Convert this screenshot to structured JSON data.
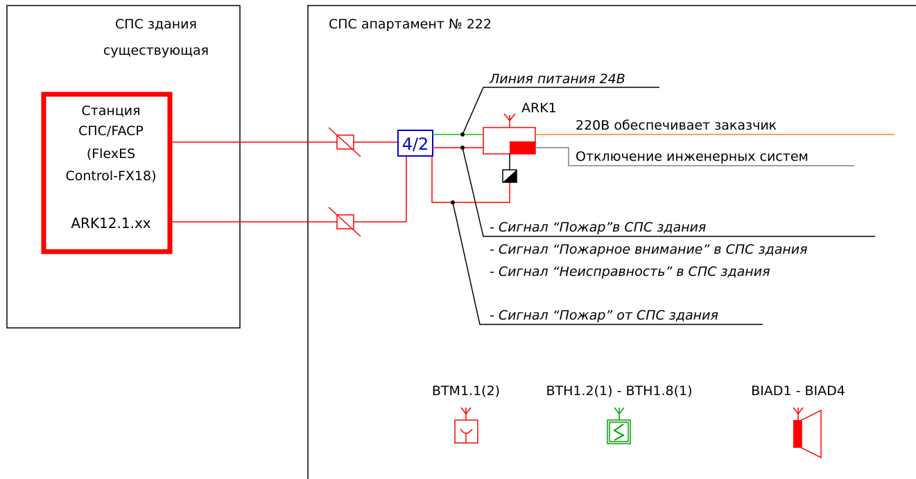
{
  "existing_building": {
    "title_line1": "СПС здания",
    "title_line2": "существующая"
  },
  "station": {
    "line1": "Станция",
    "line2": "СПС/FACP",
    "line3": "(FlexES",
    "line4": "Control-FX18)",
    "line5": "ARK12.1.xx"
  },
  "apartment": {
    "title": "СПС апартамент № 222"
  },
  "module": {
    "label": "4/2"
  },
  "relay": {
    "label": "ARK1"
  },
  "labels": {
    "power_line": "Линия питания 24В",
    "supply_220": "220В обеспечивает заказчик",
    "eng_off": "Отключение инженерных систем",
    "signal_fire_to": "- Сигнал “Пожар”в СПС здания",
    "signal_attention": "- Сигнал “Пожарное внимание” в СПС здания",
    "signal_fault": "- Сигнал “Неисправность” в СПС здания",
    "signal_fire_from": "- Сигнал “Пожар” от СПС здания"
  },
  "devices": [
    {
      "label": "BTM1.1(2)",
      "color": "#ff0000",
      "icon": "heat-detector-icon"
    },
    {
      "label": "BTH1.2(1) - BTH1.8(1)",
      "color": "#00a000",
      "icon": "manual-call-point-icon"
    },
    {
      "label": "BIAD1 - BIAD4",
      "color": "#ff0000",
      "icon": "siren-icon"
    }
  ],
  "colors": {
    "signal_line": "#ff0000",
    "power_line": "#00cc00",
    "supply_line": "#ff7f27",
    "control_line": "#808080",
    "module_border": "#0000cc"
  }
}
